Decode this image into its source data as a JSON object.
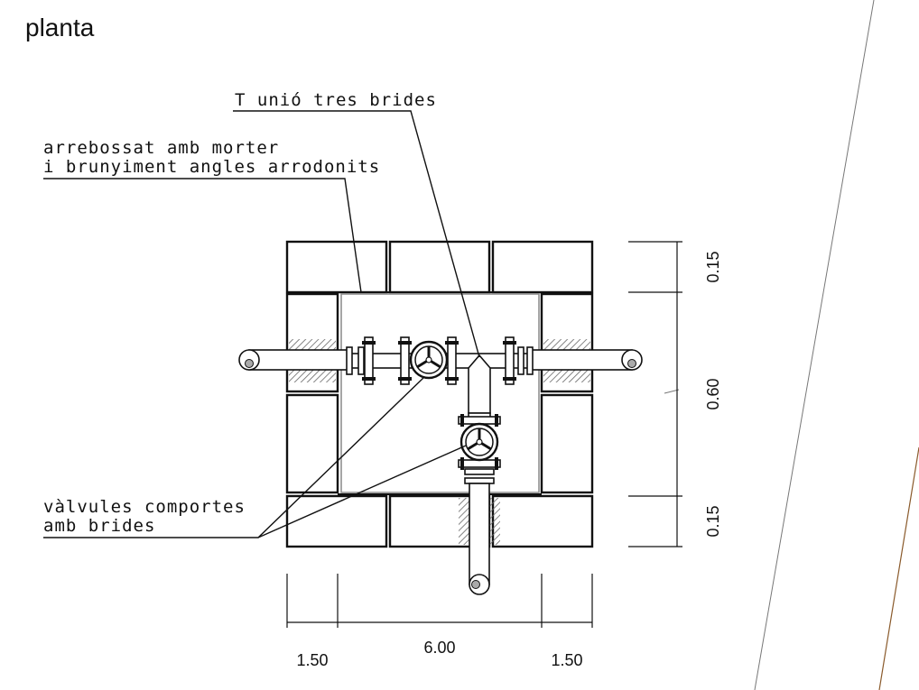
{
  "title": "planta",
  "labels": {
    "t_union": "T unió tres brides",
    "plaster_1": "arrebossat amb morter",
    "plaster_2": "i brunyiment angles arrodonits",
    "valves_1": "vàlvules comportes",
    "valves_2": "amb brides"
  },
  "dimensions": {
    "vertical": [
      "0.15",
      "0.60",
      "0.15"
    ],
    "horizontal": [
      "1.50",
      "6.00",
      "1.50"
    ]
  }
}
